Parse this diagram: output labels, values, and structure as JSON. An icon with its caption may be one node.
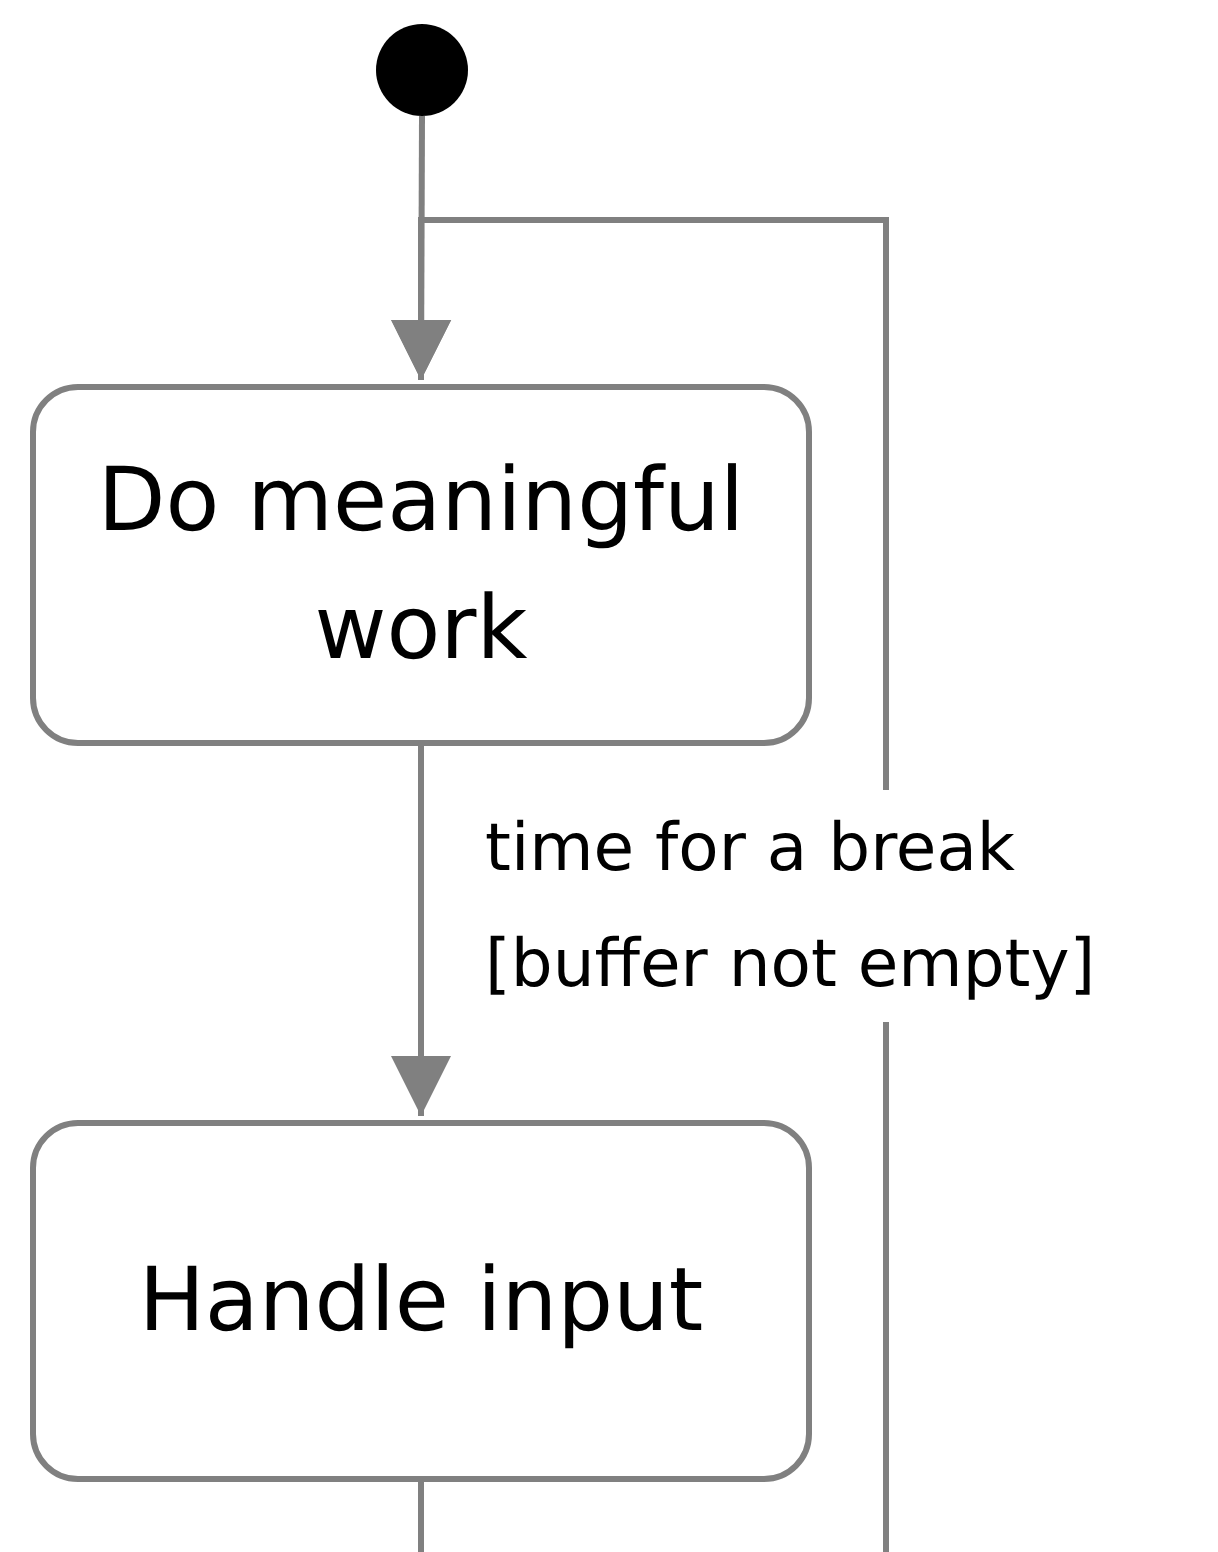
{
  "diagram": {
    "nodes": [
      {
        "text": [],
        "shape": "circle"
      },
      {
        "text": [
          "Do meaningful work"
        ]
      },
      {
        "text": [
          "Handle input"
        ]
      }
    ],
    "edges": [
      {
        "from": 0,
        "to": 1,
        "arrow": "to"
      },
      {
        "from": 1,
        "to": 2,
        "arrow": "to",
        "label": "time for a break [buffer not empty]"
      },
      {
        "from": 2,
        "to": null,
        "arrow": "none"
      },
      {
        "from": null,
        "to": 1,
        "arrow": "to"
      }
    ]
  }
}
